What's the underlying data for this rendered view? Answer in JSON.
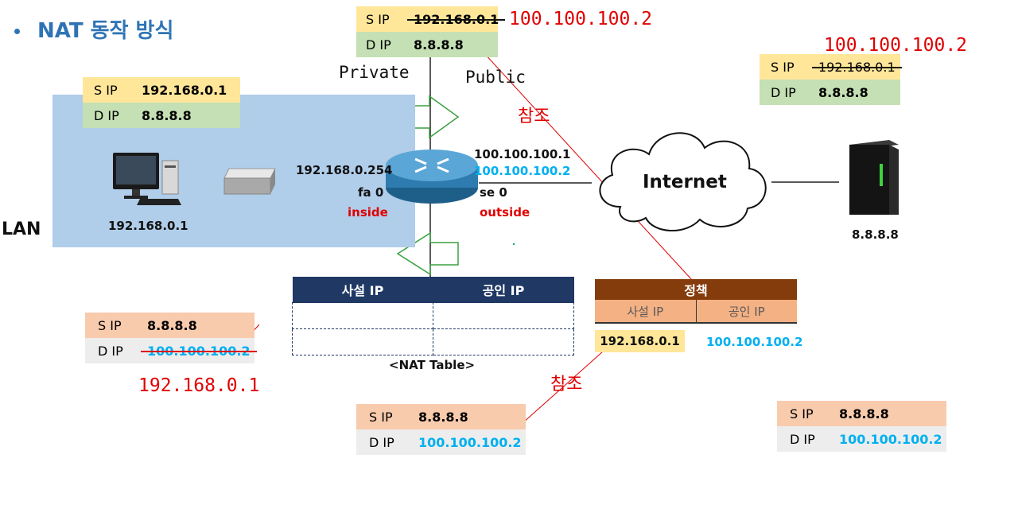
{
  "title": "NAT 동작 방식",
  "lan_label": "LAN",
  "private_label": "Private",
  "public_label": "Public",
  "internet_label": "Internet",
  "top_packet": {
    "sip_label": "S IP",
    "sip_value": "192.168.0.1",
    "sip_new": "100.100.100.2",
    "dip_label": "D IP",
    "dip_value": "8.8.8.8"
  },
  "lan_packet": {
    "sip_label": "S IP",
    "sip_value": "192.168.0.1",
    "dip_label": "D IP",
    "dip_value": "8.8.8.8"
  },
  "internet_packet": {
    "sip_new": "100.100.100.2",
    "sip_label": "S IP",
    "sip_value": "192.168.0.1",
    "dip_label": "D IP",
    "dip_value": "8.8.8.8"
  },
  "pc_ip": "192.168.0.1",
  "server_ip": "8.8.8.8",
  "router_left": {
    "ip": "192.168.0.254",
    "iface": "fa 0",
    "role": "inside"
  },
  "router_right": {
    "ip1": "100.100.100.1",
    "ip2": "100.100.100.2",
    "iface": "se 0",
    "role": "outside"
  },
  "reference_label_top": "참조",
  "reference_label_bottom": "참조",
  "nat_table": {
    "col1": "사설 IP",
    "col2": "공인 IP",
    "caption": "<NAT Table>"
  },
  "policy": {
    "header": "정책",
    "col1": "사설 IP",
    "col2": "공인 IP",
    "private_ip": "192.168.0.1",
    "public_ip": "100.100.100.2"
  },
  "return_left_packet": {
    "sip_label": "S IP",
    "sip_value": "8.8.8.8",
    "dip_label": "D IP",
    "dip_value": "100.100.100.2",
    "dip_new": "192.168.0.1"
  },
  "return_middle_packet": {
    "sip_label": "S IP",
    "sip_value": "8.8.8.8",
    "dip_label": "D IP",
    "dip_value": "100.100.100.2"
  },
  "return_right_packet": {
    "sip_label": "S IP",
    "sip_value": "8.8.8.8",
    "dip_label": "D IP",
    "dip_value": "100.100.100.2"
  },
  "colors": {
    "title": "#2e74b5",
    "red": "#e00000",
    "blue": "#00b0f0",
    "nat_header": "#1f3864",
    "policy_header": "#843c0c"
  }
}
